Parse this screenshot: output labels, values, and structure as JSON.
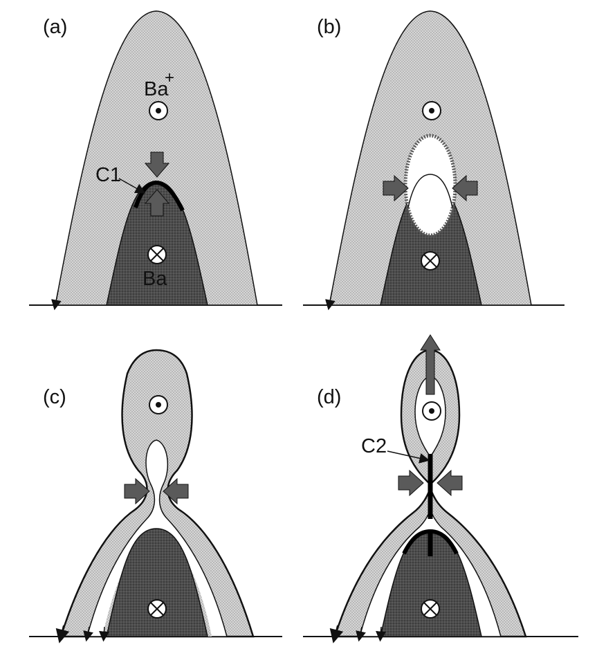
{
  "figure": {
    "panels": [
      {
        "label": "(a)"
      },
      {
        "label": "(b)"
      },
      {
        "label": "(c)"
      },
      {
        "label": "(d)"
      }
    ],
    "annotations": {
      "ion_label": "Ba",
      "ion_superscript": "+",
      "neutral_label": "Ba",
      "c1_label": "C1",
      "c2_label": "C2"
    },
    "colors": {
      "ion_cloud": "#cfcfcf",
      "neutral_cloud": "#4a4a4a",
      "arrow_fill": "#5a5a5a",
      "outline": "#111111"
    }
  }
}
